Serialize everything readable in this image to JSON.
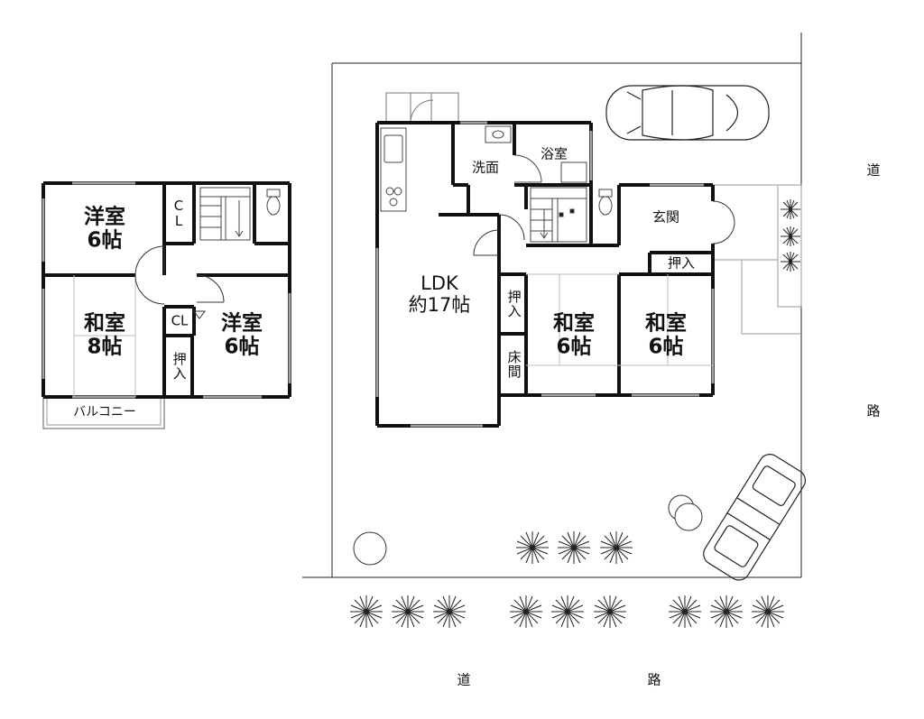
{
  "floor2": {
    "room_nw": {
      "line1": "洋室",
      "line2": "6帖"
    },
    "room_sw": {
      "line1": "和室",
      "line2": "8帖"
    },
    "room_se": {
      "line1": "洋室",
      "line2": "6帖"
    },
    "closet1": {
      "line1": "C",
      "line2": "L"
    },
    "closet2": "CL",
    "oshiire": "押入",
    "balcony": "バルコニー"
  },
  "floor1": {
    "ldk": {
      "line1": "LDK",
      "line2": "約17帖"
    },
    "washroom": "洗面",
    "bathroom": "浴室",
    "entrance": "玄関",
    "oshiire_entrance": "押入",
    "oshiire_mid": "押入",
    "tokonoma": "床間",
    "washitsu_a": {
      "line1": "和室",
      "line2": "6帖"
    },
    "washitsu_b": {
      "line1": "和室",
      "line2": "6帖"
    }
  },
  "road_east": {
    "char1": "道",
    "char2": "路"
  },
  "road_south": {
    "char1": "道",
    "char2": "路"
  }
}
